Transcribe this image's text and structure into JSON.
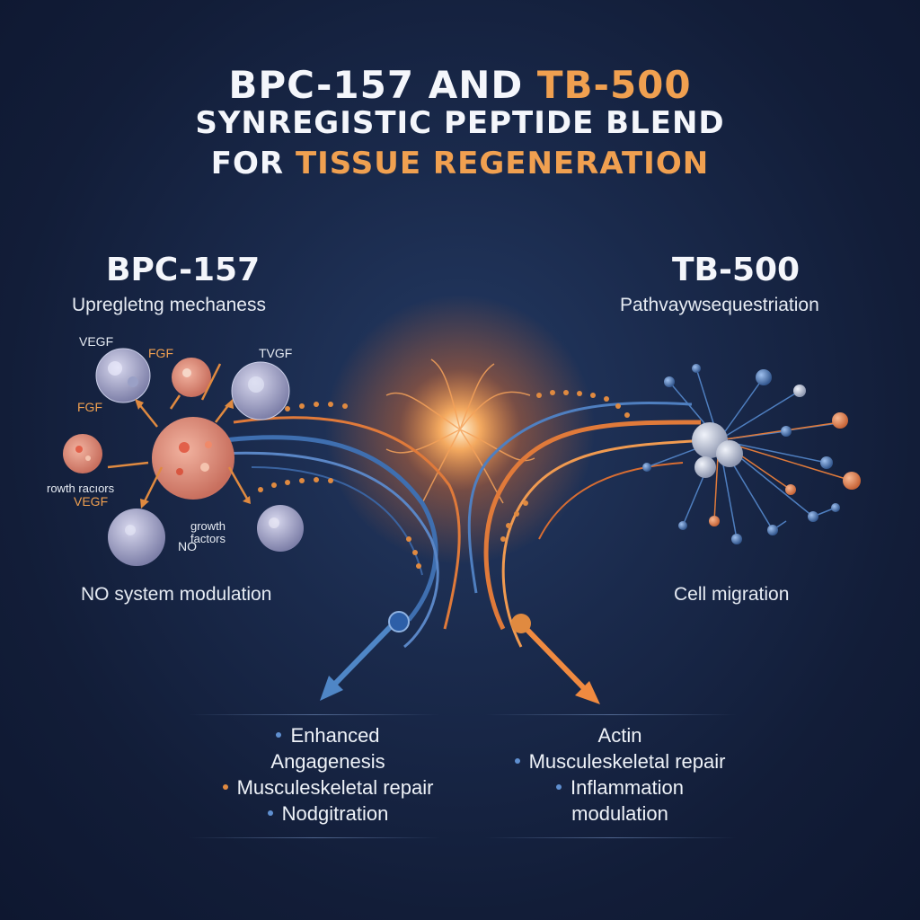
{
  "title": {
    "line1_white": "BPC-157 AND ",
    "line1_orange": "TB-500",
    "line2": "SYNREGISTIC PEPTIDE BLEND",
    "line3_white": "FOR ",
    "line3_orange": "TISSUE REGENERATION"
  },
  "left": {
    "heading": "BPC-157",
    "subtitle": "Upregletng mechaness",
    "labels": {
      "vegf_top": "VEGF",
      "fgf_top": "FGF",
      "tvgf": "TVGF",
      "fgf_left": "FGF",
      "growth_factors_left": "rowth racıors",
      "vegf_left": "VEGF",
      "growth_factors_mid_1": "growth",
      "growth_factors_mid_2": "factors",
      "no_small": "NO"
    },
    "caption": "NO system modulation",
    "bullets": [
      {
        "text": "Enhanced",
        "dot": true,
        "dot_color": "#5f8fd0"
      },
      {
        "text": "Angagenesis",
        "dot": false,
        "dot_color": ""
      },
      {
        "text": "Musculeskeletal repair",
        "dot": true,
        "dot_color": "#e08a40"
      },
      {
        "text": "Nodgitration",
        "dot": true,
        "dot_color": "#5f8fd0"
      }
    ]
  },
  "right": {
    "heading": "TB-500",
    "subtitle": "Pathvaywsequestriation",
    "caption": "Cell migration",
    "bullets": [
      {
        "text": "Actin",
        "dot": false,
        "dot_color": ""
      },
      {
        "text": "Musculeskeletal repair",
        "dot": true,
        "dot_color": "#5f8fd0"
      },
      {
        "text": "Inflammation",
        "dot": true,
        "dot_color": "#5f8fd0"
      },
      {
        "text": "modulation",
        "dot": false,
        "dot_color": ""
      }
    ]
  },
  "colors": {
    "background": "#16223f",
    "accent_orange": "#f0a050",
    "accent_blue": "#4f7fc0",
    "cell_pink": "#e59580",
    "cell_lavender": "#b9b8d8"
  }
}
